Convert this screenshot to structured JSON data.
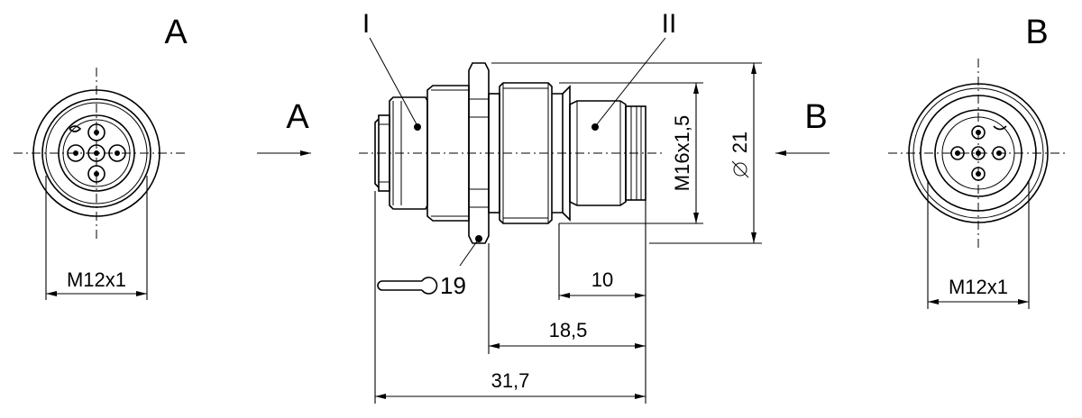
{
  "views": {
    "left_label": "A",
    "right_label": "B",
    "left_thread": "M12x1",
    "right_thread": "M12x1"
  },
  "side": {
    "arrow_a": "A",
    "arrow_b": "B",
    "part_1": "I",
    "part_2": "II",
    "thread": "M16x1,5",
    "diameter": "21",
    "wrench": "19"
  },
  "dimensions": {
    "d1": "10",
    "d2": "18,5",
    "d3": "31,7"
  }
}
